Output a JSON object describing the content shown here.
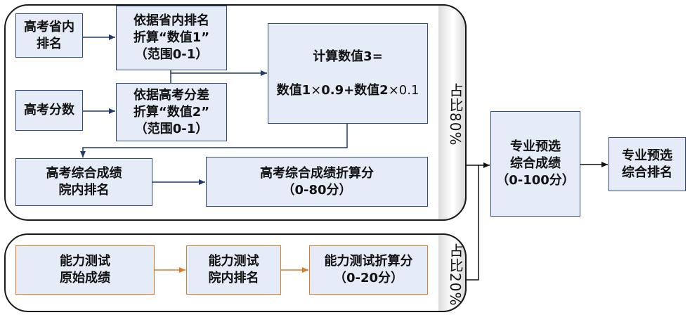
{
  "diagram": {
    "panel_top": {
      "side_label": "占比80%",
      "boxes": {
        "province_rank": "高考省内\n排名",
        "value1": "依据省内排名\n折算“数值1”\n（范围0-1）",
        "gaokao_score": "高考分数",
        "value2": "依据高考分差\n折算“数值2”\n（范围0-1）",
        "value3_line1": "计算数值3=",
        "value3_line2_a": "数值1",
        "value3_line2_b": "×",
        "value3_line2_c": "0.9",
        "value3_line2_d": "+数值2",
        "value3_line2_e": "×0.1",
        "composite_rank": "高考综合成绩\n院内排名",
        "composite_score": "高考综合成绩折算分\n（0-80分）"
      }
    },
    "panel_bottom": {
      "side_label": "占比20%",
      "boxes": {
        "ability_raw": "能力测试\n原始成绩",
        "ability_rank": "能力测试\n院内排名",
        "ability_score": "能力测试折算分\n（0-20分）"
      }
    },
    "result_boxes": {
      "major_score": "专业预选\n综合成绩\n（0-100分）",
      "major_rank": "专业预选\n综合排名"
    },
    "colors": {
      "box_fill": "#e6ecf7",
      "box_border_blue": "#2b4a86",
      "box_border_orange": "#e07a26",
      "arrow_blue": "#1f3a6e",
      "arrow_orange": "#e07a26"
    }
  }
}
